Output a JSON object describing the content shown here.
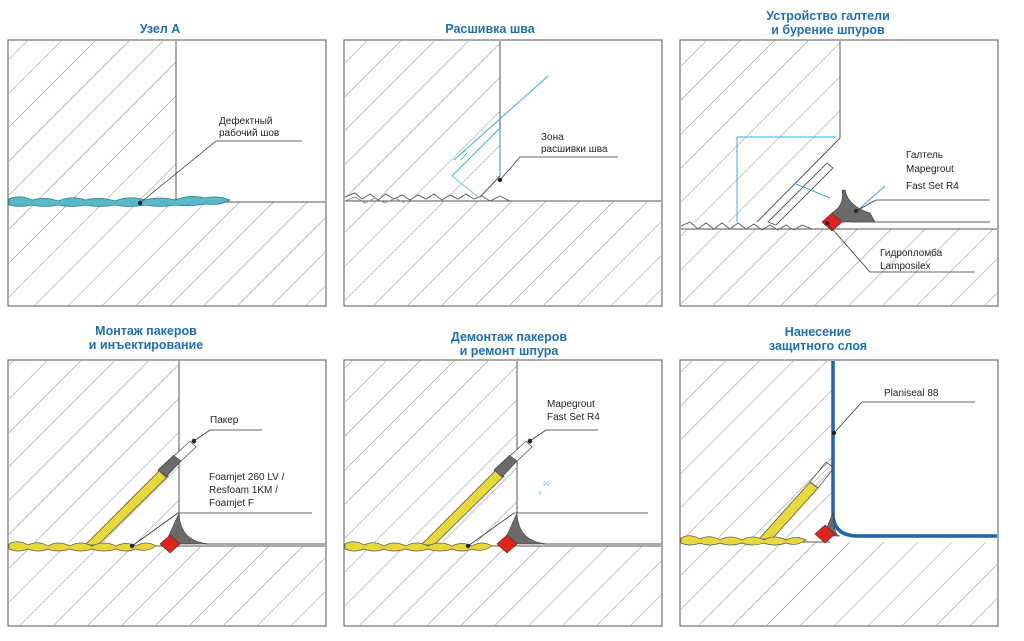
{
  "colors": {
    "title": "#1f6fb8",
    "border": "#555555",
    "hatch": "#7a7a7a",
    "defect_fill": "#5bb8c8",
    "injection_fill": "#e8d83a",
    "fillet_fill": "#6b6b6b",
    "plug_fill": "#e2231a",
    "dimension_line": "#35b0e0",
    "coating": "#1d64b0"
  },
  "panels": [
    {
      "title_lines": [
        "Узел А"
      ],
      "callouts": [
        "Дефектный",
        "рабочий шов"
      ]
    },
    {
      "title_lines": [
        "Расшивка шва"
      ],
      "callouts": [
        "Зона",
        "расшивки шва"
      ]
    },
    {
      "title_lines": [
        "Устройство галтели",
        "и бурение шпуров"
      ],
      "callouts": [
        "Галтель",
        "Mapegrout",
        "Fast Set R4",
        "Гидропломба",
        "Lamposilex"
      ]
    },
    {
      "title_lines": [
        "Монтаж пакеров",
        "и инъектирование"
      ],
      "callouts": [
        "Пакер",
        "Foamjet 260 LV /",
        "Resfoam 1KM /",
        "Foamjet F"
      ]
    },
    {
      "title_lines": [
        "Демонтаж пакеров",
        "и ремонт шпура"
      ],
      "callouts": [
        "Mapegrout",
        "Fast Set R4",
        "20"
      ]
    },
    {
      "title_lines": [
        "Нанесение",
        "защитного слоя"
      ],
      "callouts": [
        "Planiseal 88"
      ]
    }
  ]
}
